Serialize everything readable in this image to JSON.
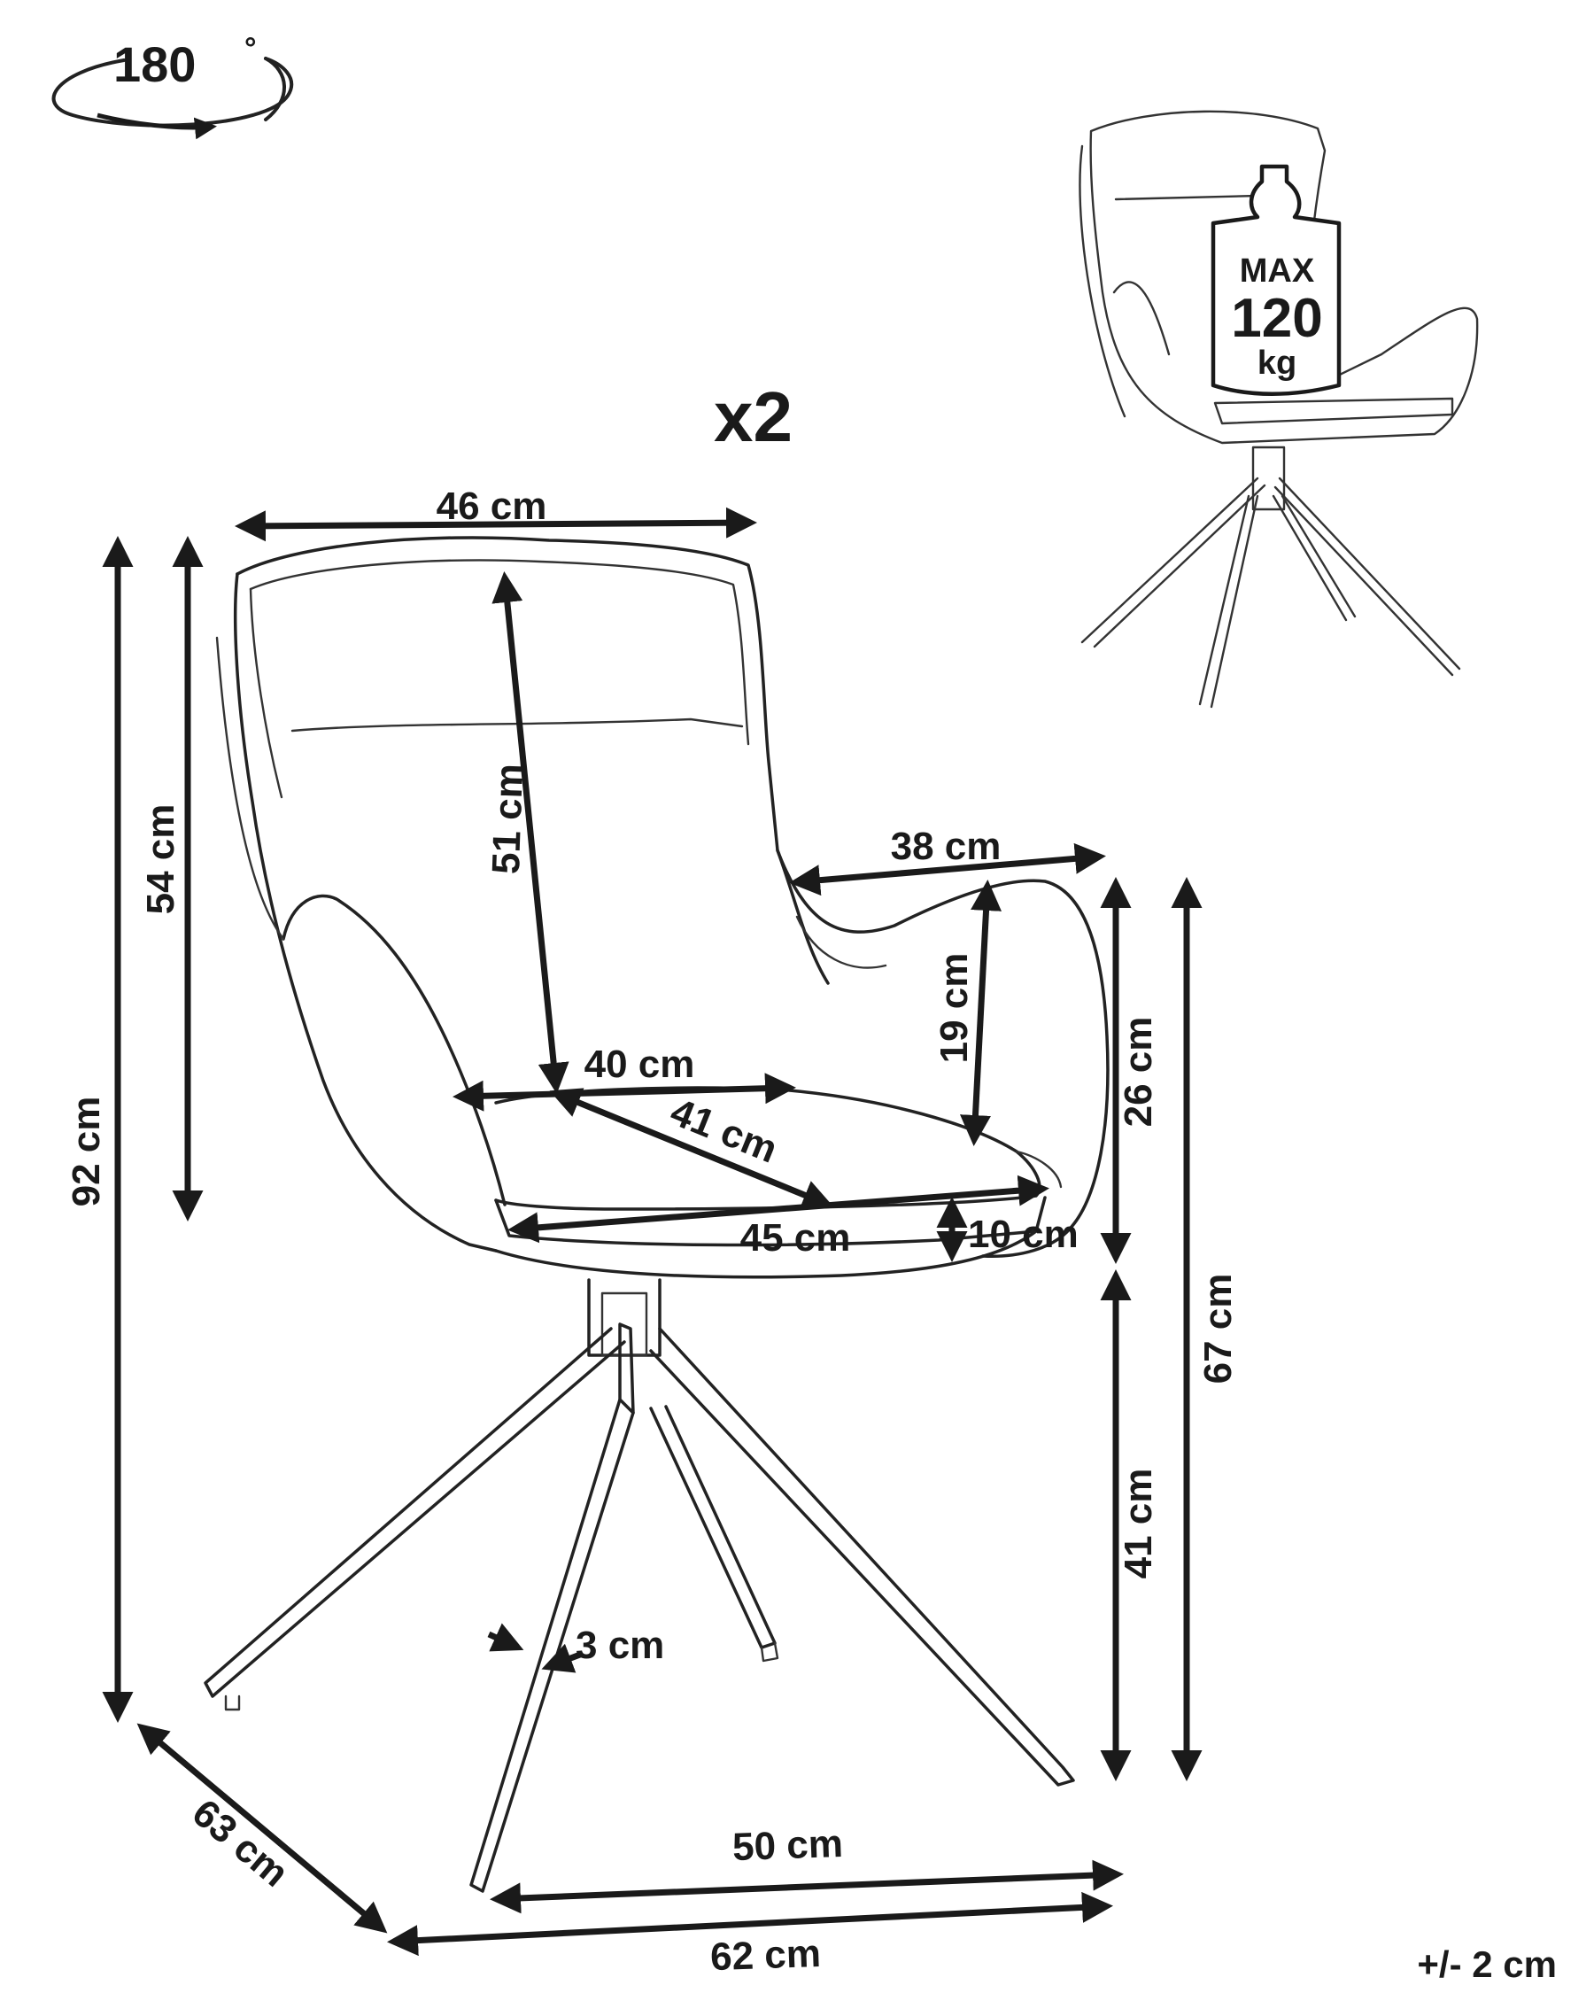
{
  "rotation": {
    "label": "180",
    "degree": "°"
  },
  "quantity": "x2",
  "load": {
    "line1": "MAX",
    "line2": "120",
    "line3": "kg"
  },
  "tolerance": "+/- 2 cm",
  "dimensions": {
    "top_width": "46 cm",
    "total_height": "92 cm",
    "back_height": "54 cm",
    "backrest_height": "51 cm",
    "armrest_length": "38 cm",
    "armrest_height": "19 cm",
    "seat_width_back": "40 cm",
    "seat_depth": "41 cm",
    "seat_width_front": "45 cm",
    "seat_thickness": "10 cm",
    "arm_to_seat": "26 cm",
    "arm_to_floor": "67 cm",
    "seat_to_floor": "41 cm",
    "leg_thickness": "3 cm",
    "base_depth": "63 cm",
    "base_width_inner": "50 cm",
    "base_width_outer": "62 cm"
  }
}
